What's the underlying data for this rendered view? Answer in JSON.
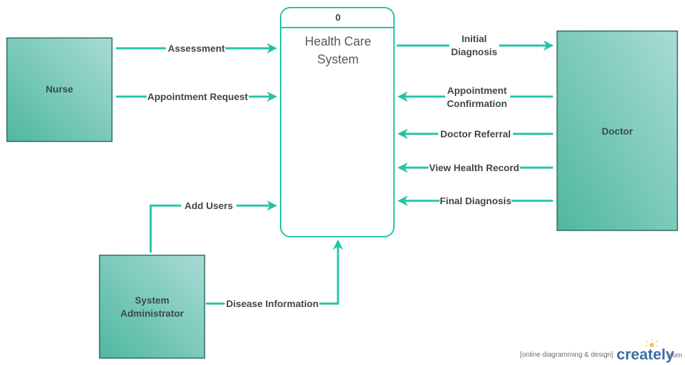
{
  "process": {
    "id": "0",
    "title_line1": "Health Care",
    "title_line2": "System"
  },
  "entities": {
    "nurse": "Nurse",
    "doctor": "Doctor",
    "sysadmin_line1": "System",
    "sysadmin_line2": "Administrator"
  },
  "flows": {
    "assessment": "Assessment",
    "appointment_request": "Appointment Request",
    "add_users": "Add Users",
    "disease_information": "Disease Information",
    "initial_diagnosis_line1": "Initial",
    "initial_diagnosis_line2": "Diagnosis",
    "appointment_confirmation_line1": "Appointment",
    "appointment_confirmation_line2": "Confirmation",
    "doctor_referral": "Doctor Referral",
    "view_health_record": "View Health Record",
    "final_diagnosis": "Final Diagnosis"
  },
  "watermark": {
    "tagline": "[online diagramming & design]",
    "brand": "creately",
    "suffix": ".com"
  },
  "colors": {
    "accent": "#22c4a4",
    "entity_fill_dark": "#4fb89e",
    "entity_fill_light": "#a3d8d2",
    "entity_stroke": "#2f6b5e"
  }
}
